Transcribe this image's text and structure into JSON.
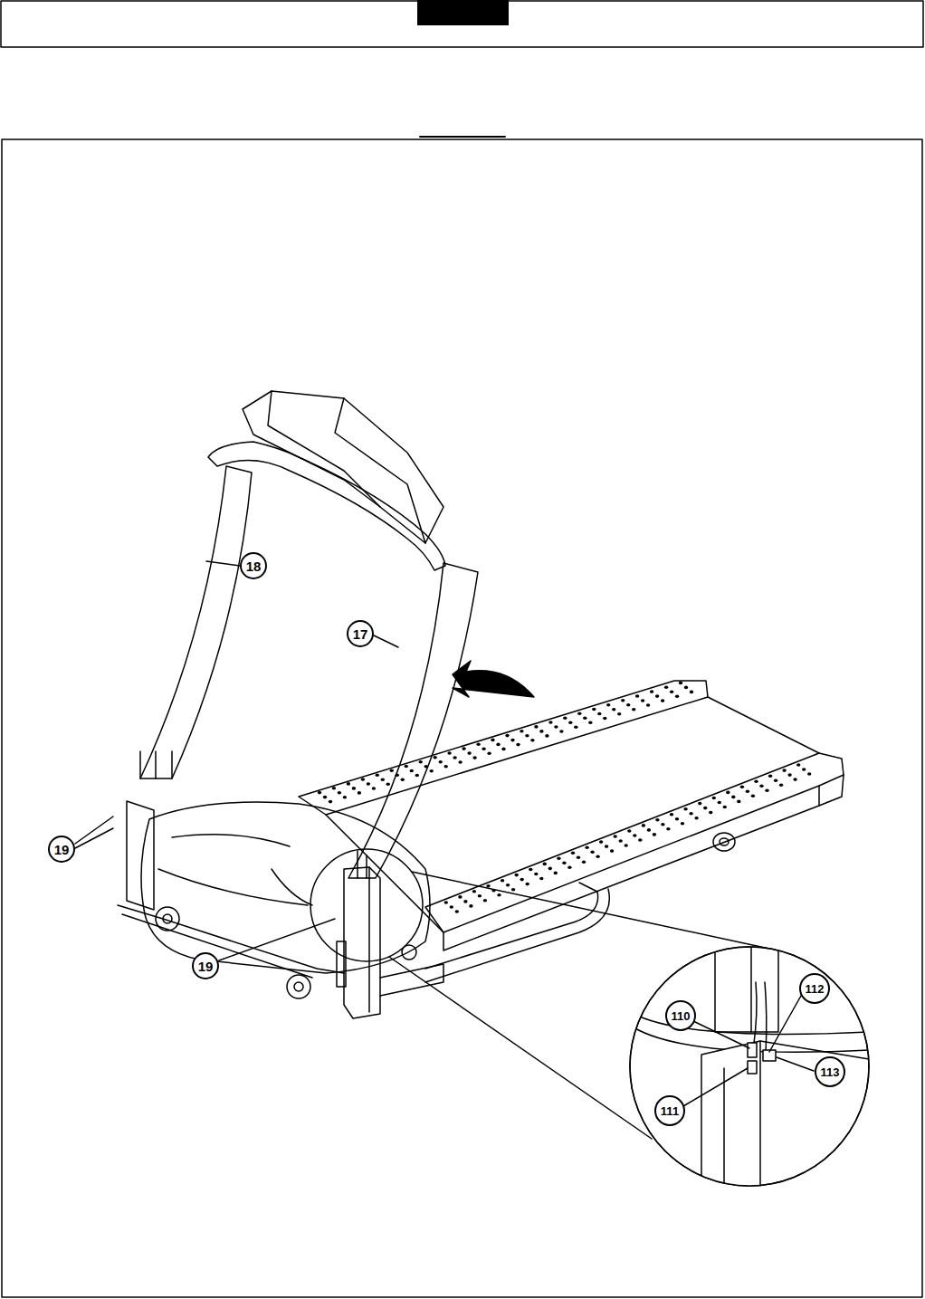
{
  "diagram": {
    "labels": [
      "18",
      "17",
      "19",
      "19",
      "110",
      "112",
      "113",
      "111"
    ]
  }
}
